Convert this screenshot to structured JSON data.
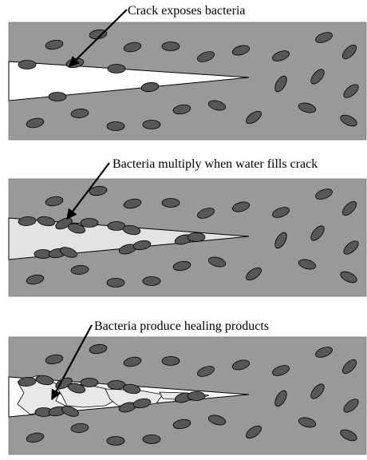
{
  "panels": [
    {
      "stage": "crack",
      "label": "Crack exposes bacteria"
    },
    {
      "stage": "water",
      "label": "Bacteria multiply when water fills crack"
    },
    {
      "stage": "healing",
      "label": "Bacteria produce healing products"
    }
  ],
  "colors": {
    "concrete": "#999999",
    "crack_air": "#ffffff",
    "crack_water": "#e3e3e3",
    "healing_product": "#e8e8e8",
    "bacteria": "#575757",
    "outline": "#000000"
  }
}
